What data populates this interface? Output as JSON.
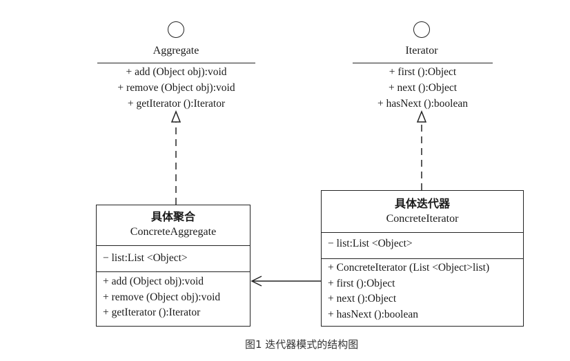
{
  "aggregate": {
    "name": "Aggregate",
    "operations": [
      "+ add (Object obj):void",
      "+ remove (Object obj):void",
      "+ getIterator ():Iterator"
    ]
  },
  "iterator": {
    "name": "Iterator",
    "operations": [
      "+ first ():Object",
      "+ next ():Object",
      "+ hasNext ():boolean"
    ]
  },
  "concrete_aggregate": {
    "name_cn": "具体聚合",
    "name_en": "ConcreteAggregate",
    "attributes": [
      "− list:List <Object>"
    ],
    "operations": [
      "+ add (Object obj):void",
      "+ remove (Object obj):void",
      "+ getIterator ():Iterator"
    ]
  },
  "concrete_iterator": {
    "name_cn": "具体迭代器",
    "name_en": "ConcreteIterator",
    "attributes": [
      "− list:List <Object>"
    ],
    "operations": [
      "+ ConcreteIterator (List <Object>list)",
      "+ first ():Object",
      "+ next ():Object",
      "+ hasNext ():boolean"
    ]
  },
  "caption": "图1 迭代器模式的结构图"
}
